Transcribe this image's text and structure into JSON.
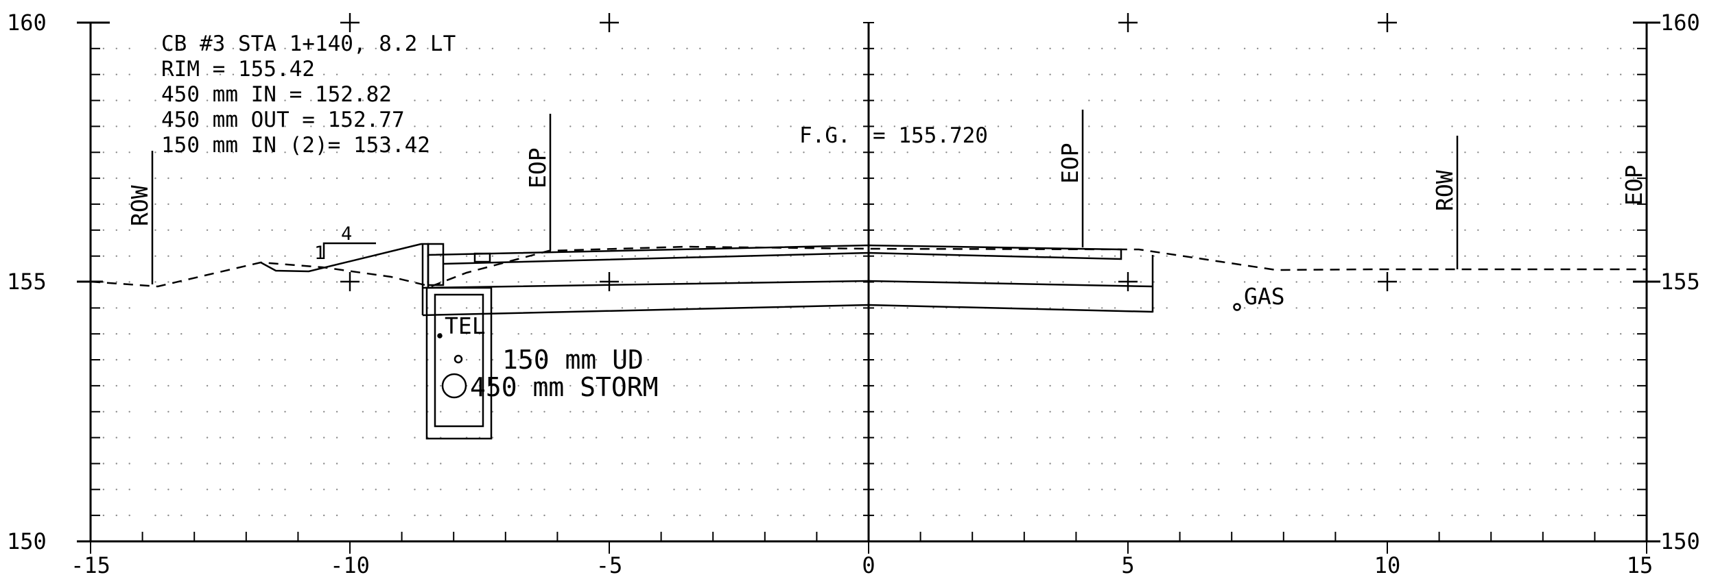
{
  "axes": {
    "y_ticks_left": [
      "160",
      "155",
      "150"
    ],
    "y_ticks_right": [
      "160",
      "155",
      "150"
    ],
    "x_ticks": [
      "-15",
      "-10",
      "-5",
      "0",
      "5",
      "10",
      "15"
    ]
  },
  "callout": {
    "line1": "CB #3 STA 1+140, 8.2 LT",
    "line2": "RIM = 155.42",
    "line3": "450 mm IN = 152.82",
    "line4": "450 mm OUT = 152.77",
    "line5": "150 mm IN (2)= 153.42"
  },
  "labels": {
    "fg": "F.G.",
    "fg_value": "= 155.720",
    "row_left": "ROW",
    "row_right": "ROW",
    "eop_left": "EOP",
    "eop_center": "EOP",
    "eop_right": "EOP",
    "slope_1": "1",
    "slope_4": "4",
    "tel": "TEL",
    "gas": "GAS",
    "ud": "150 mm UD",
    "storm": "450 mm STORM"
  },
  "colors": {
    "line": "#000000",
    "grid_dot": "#8a8a8a",
    "background": "#ffffff"
  }
}
